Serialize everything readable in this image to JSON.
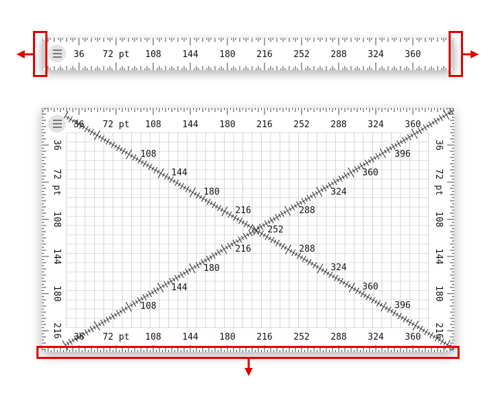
{
  "unit_label": "pt",
  "ruler": {
    "top_labels": [
      "36",
      "72 pt",
      "108",
      "144",
      "180",
      "216",
      "252",
      "288",
      "324",
      "360"
    ]
  },
  "grid_ruler": {
    "top_labels": [
      "36",
      "72 pt",
      "108",
      "144",
      "180",
      "216",
      "252",
      "288",
      "324",
      "360"
    ],
    "bottom_labels": [
      "36",
      "72 pt",
      "108",
      "144",
      "180",
      "216",
      "252",
      "288",
      "324",
      "360"
    ],
    "side_labels": [
      "36",
      "72 pt",
      "108",
      "144",
      "180",
      "216"
    ],
    "diagonal_labels": [
      "108",
      "144",
      "180",
      "216",
      "252",
      "288",
      "324",
      "360",
      "396"
    ]
  },
  "colors": {
    "highlight": "#e00000",
    "menu_bg": "#e4e4e4",
    "grid_line": "#bbbbbb"
  },
  "icons": [
    "hamburger-menu-icon",
    "arrow-left-icon",
    "arrow-right-icon",
    "arrow-down-icon"
  ]
}
